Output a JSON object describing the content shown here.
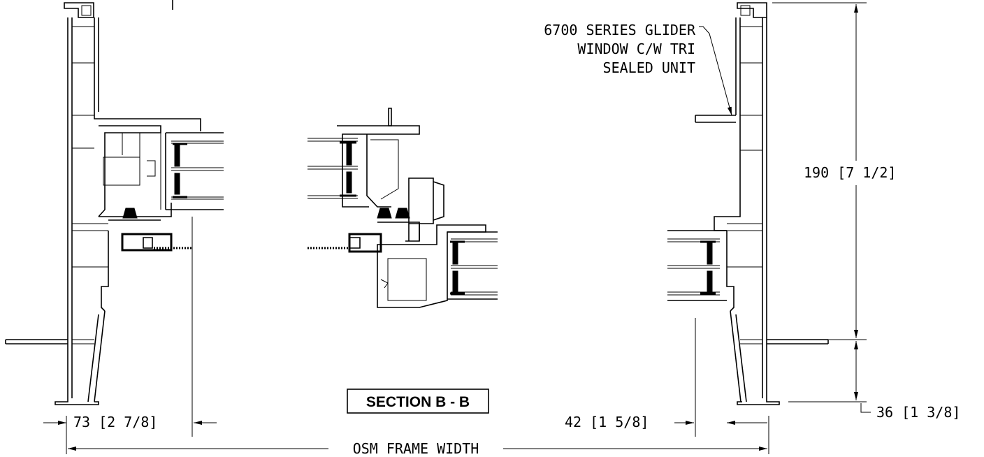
{
  "drawing": {
    "section_title": "SECTION B - B",
    "callout_line1": "6700 SERIES GLIDER",
    "callout_line2": "WINDOW C/W TRI",
    "callout_line3": "SEALED UNIT",
    "dim_height_top": "190 [7 1/2]",
    "dim_height_bottom": "36 [1 3/8]",
    "dim_left_depth": "73 [2 7/8]",
    "dim_right_depth": "42 [1 5/8]",
    "dim_overall": "OSM FRAME WIDTH"
  }
}
